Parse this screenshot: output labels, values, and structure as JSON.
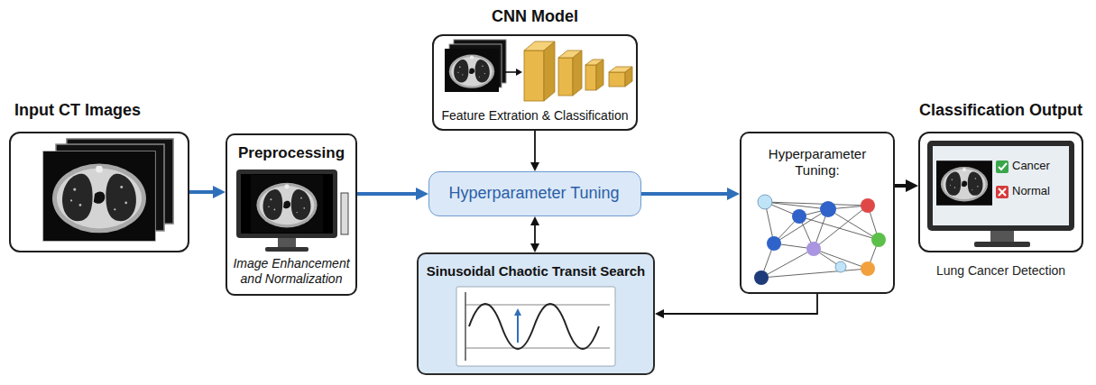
{
  "diagram": {
    "nodes": [
      {
        "text": [
          "Input CT Images"
        ]
      },
      {
        "text": [
          "Preprocessing",
          "Image Enhancement and Normalization"
        ]
      },
      {
        "text": [
          "CNN Model",
          "Feature Extration & Classification"
        ]
      },
      {
        "text": [
          "Hyperparameter Tuning"
        ]
      },
      {
        "text": [
          "Sinusoidal Chaotic Transit Search"
        ]
      },
      {
        "text": [
          "Hyperparameter Tuning:"
        ]
      },
      {
        "text": [
          "Classification Output",
          "Cancer",
          "Normal",
          "Lung Cancer Detection"
        ]
      }
    ],
    "edges": [
      {
        "from": 0,
        "to": 1,
        "arrow": "to"
      },
      {
        "from": 1,
        "to": 3,
        "arrow": "to"
      },
      {
        "from": 2,
        "to": 3,
        "arrow": "to"
      },
      {
        "from": 3,
        "to": 4,
        "arrow": "both"
      },
      {
        "from": 3,
        "to": 5,
        "arrow": "to"
      },
      {
        "from": 5,
        "to": 4,
        "arrow": "to"
      },
      {
        "from": 5,
        "to": 6,
        "arrow": "to"
      }
    ]
  }
}
